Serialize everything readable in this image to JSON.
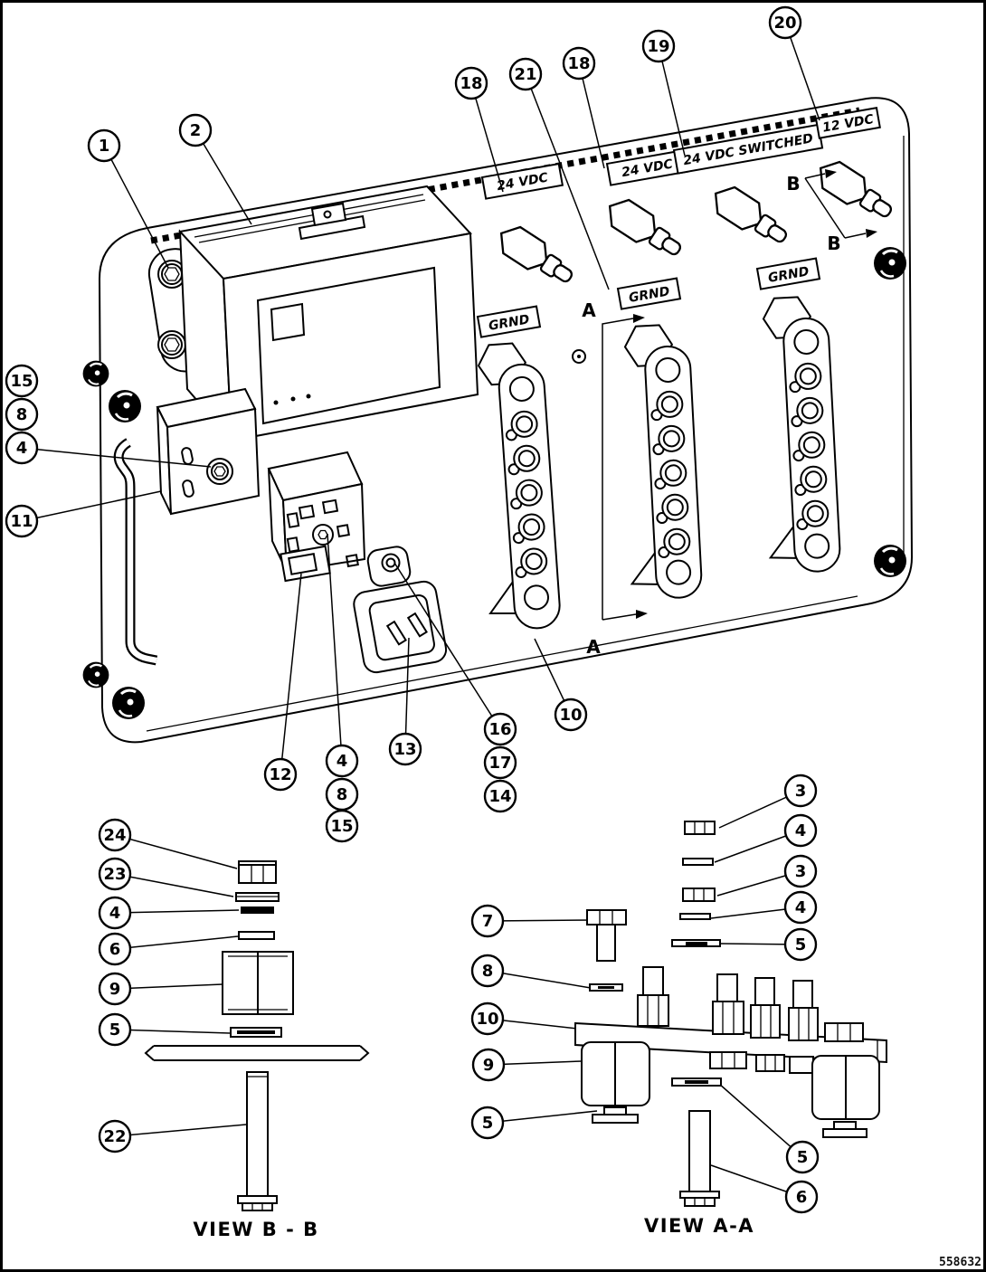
{
  "figure": {
    "part_number": "558632",
    "view_bb_caption": "VIEW B - B",
    "view_aa_caption": "VIEW A-A"
  },
  "panel_labels": {
    "vdc24_a": "24 VDC",
    "vdc24_b": "24 VDC",
    "vdc24_switched": "24 VDC SWITCHED",
    "vdc12": "12 VDC",
    "grnd_a": "GRND",
    "grnd_b": "GRND",
    "grnd_c": "GRND",
    "section_a": "A",
    "section_b": "B"
  },
  "callouts_main": [
    {
      "label": "1"
    },
    {
      "label": "2"
    },
    {
      "label": "18"
    },
    {
      "label": "21"
    },
    {
      "label": "18"
    },
    {
      "label": "19"
    },
    {
      "label": "20"
    },
    {
      "label": "15"
    },
    {
      "label": "8"
    },
    {
      "label": "4"
    },
    {
      "label": "11"
    },
    {
      "label": "12"
    },
    {
      "label": "4"
    },
    {
      "label": "8"
    },
    {
      "label": "15"
    },
    {
      "label": "13"
    },
    {
      "label": "16"
    },
    {
      "label": "17"
    },
    {
      "label": "14"
    },
    {
      "label": "10"
    }
  ],
  "callouts_bb": [
    {
      "label": "24"
    },
    {
      "label": "23"
    },
    {
      "label": "4"
    },
    {
      "label": "6"
    },
    {
      "label": "9"
    },
    {
      "label": "5"
    },
    {
      "label": "22"
    }
  ],
  "callouts_aa": [
    {
      "label": "3"
    },
    {
      "label": "4"
    },
    {
      "label": "3"
    },
    {
      "label": "4"
    },
    {
      "label": "5"
    },
    {
      "label": "7"
    },
    {
      "label": "8"
    },
    {
      "label": "10"
    },
    {
      "label": "9"
    },
    {
      "label": "5"
    },
    {
      "label": "5"
    },
    {
      "label": "6"
    }
  ]
}
